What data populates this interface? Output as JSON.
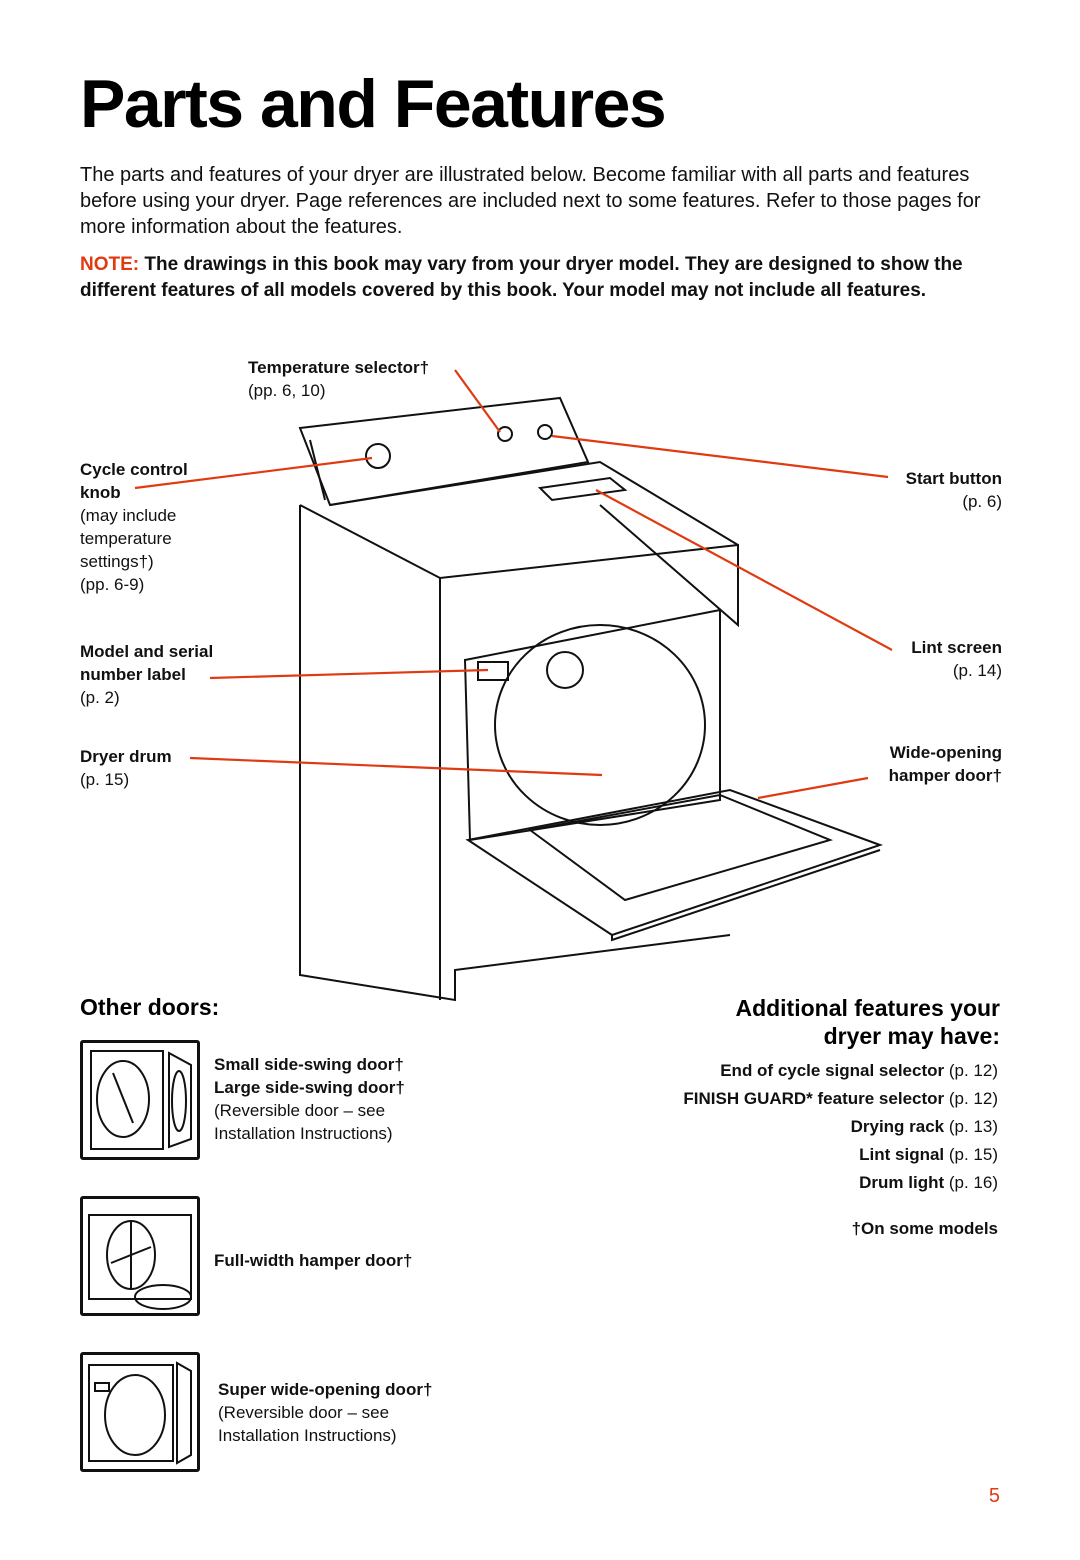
{
  "title": "Parts and Features",
  "intro": "The parts and features of your dryer are illustrated below. Become familiar with all parts and features before using your dryer. Page references are included next to some features. Refer to those pages for more information about the features.",
  "note": {
    "lead": "NOTE:",
    "text": " The drawings in this book may vary from your dryer model. They are designed to show the different features of all models covered by this book. Your model may not include all features."
  },
  "labels": {
    "temp_selector": "Temperature selector†",
    "temp_pages": "(pp. 6, 10)",
    "cycle_knob_line1": "Cycle control",
    "cycle_knob_line2": "knob",
    "cycle_knob_note": "(may include temperature settings†)",
    "cycle_knob_pages": "(pp. 6-9)",
    "model_label_line1": "Model and serial",
    "model_label_line2": "number label",
    "model_label_pages": "(p. 2)",
    "dryer_drum": "Dryer drum",
    "dryer_drum_pages": "(p. 15)",
    "start_button": "Start button",
    "start_button_pages": "(p. 6)",
    "lint_screen": "Lint screen",
    "lint_screen_pages": "(p. 14)",
    "hamper_door_line1": "Wide-opening",
    "hamper_door_line2": "hamper door†"
  },
  "other_doors": {
    "heading": "Other doors:",
    "items": [
      {
        "line1": "Small side-swing door†",
        "line2": "Large side-swing door†",
        "note": "(Reversible door – see Installation Instructions)"
      },
      {
        "line1": "Full-width hamper door†"
      },
      {
        "line1": "Super wide-opening door†",
        "note": "(Reversible door – see Installation Instructions)"
      }
    ]
  },
  "additional": {
    "heading_line1": "Additional features your",
    "heading_line2": "dryer may have:",
    "items": [
      {
        "name": "End of cycle signal selector",
        "page": " (p. 12)"
      },
      {
        "name": "FINISH GUARD* feature selector",
        "page": " (p. 12)"
      },
      {
        "name": "Drying rack",
        "page": " (p. 13)"
      },
      {
        "name": "Lint signal",
        "page": " (p. 15)"
      },
      {
        "name": "Drum light",
        "page": " (p. 16)"
      }
    ],
    "footnote": "†On some models"
  },
  "page_number": "5",
  "colors": {
    "accent": "#e03a12",
    "text": "#111111"
  }
}
